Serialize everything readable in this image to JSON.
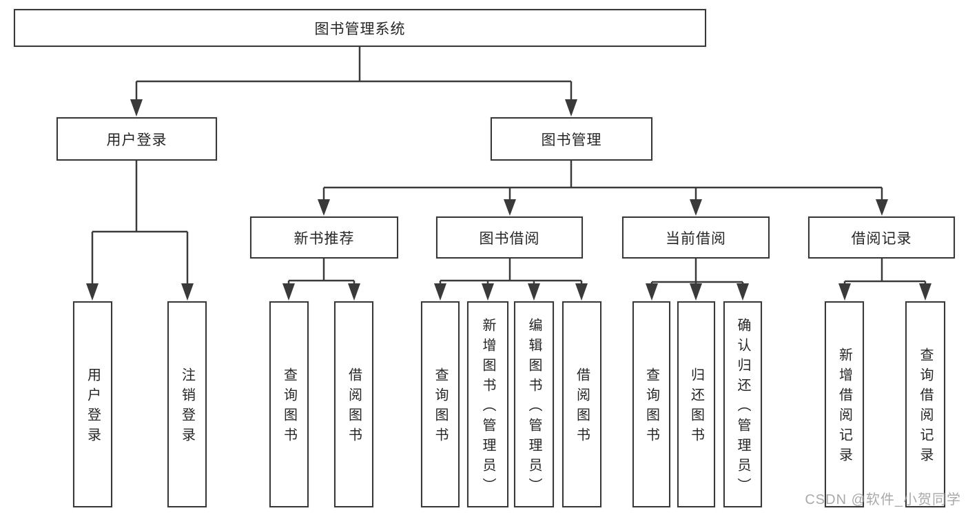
{
  "tree": {
    "label": "图书管理系统",
    "children": [
      {
        "label": "用户登录",
        "children": [
          {
            "label": "用户登录"
          },
          {
            "label": "注销登录"
          }
        ]
      },
      {
        "label": "图书管理",
        "children": [
          {
            "label": "新书推荐",
            "children": [
              {
                "label": "查询图书"
              },
              {
                "label": "借阅图书"
              }
            ]
          },
          {
            "label": "图书借阅",
            "children": [
              {
                "label": "查询图书"
              },
              {
                "label": "新增图书（管理员）"
              },
              {
                "label": "编辑图书（管理员）"
              },
              {
                "label": "借阅图书"
              }
            ]
          },
          {
            "label": "当前借阅",
            "children": [
              {
                "label": "查询图书"
              },
              {
                "label": "归还图书"
              },
              {
                "label": "确认归还（管理员）"
              }
            ]
          },
          {
            "label": "借阅记录",
            "children": [
              {
                "label": "新增借阅记录"
              },
              {
                "label": "查询借阅记录"
              }
            ]
          }
        ]
      }
    ]
  },
  "watermark": {
    "text": "CSDN @软件_小贺同学"
  },
  "colors": {
    "line": "#3a3a3a",
    "box_border": "#383838",
    "box_fill": "#ffffff",
    "text": "#262626",
    "watermark": "#9b9b9b",
    "background": "#ffffff"
  }
}
